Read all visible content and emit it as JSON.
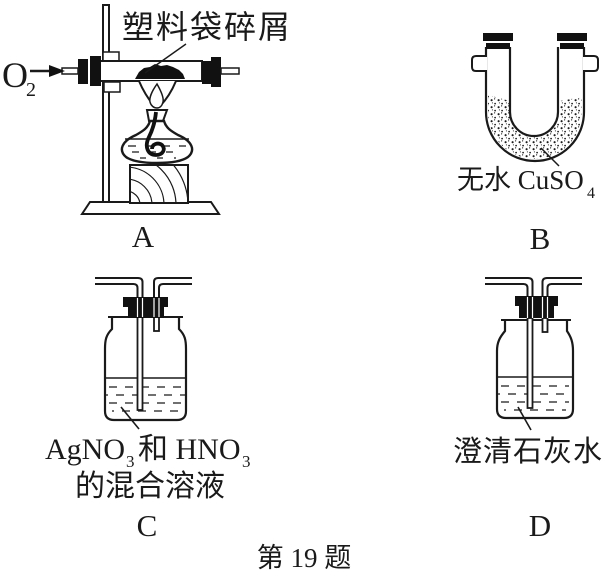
{
  "figure": {
    "caption": "第 19 题"
  },
  "colors": {
    "ink": "#1a1a1a",
    "fill_black": "#111111",
    "caption_gray": "#6e6e6e",
    "background": "#ffffff"
  },
  "apparatus_a": {
    "letter": "A",
    "gas_symbol": "O",
    "gas_subscript": "2",
    "sample_label": "塑料袋碎屑"
  },
  "apparatus_b": {
    "letter": "B",
    "reagent_main": "无水 CuSO",
    "reagent_subscript": "4"
  },
  "apparatus_c": {
    "letter": "C",
    "reagent_line1_part1": "AgNO",
    "reagent_line1_sub1": "3",
    "reagent_line1_part2": "和 HNO",
    "reagent_line1_sub2": "3",
    "reagent_line2": "的混合溶液"
  },
  "apparatus_d": {
    "letter": "D",
    "reagent_label": "澄清石灰水"
  }
}
